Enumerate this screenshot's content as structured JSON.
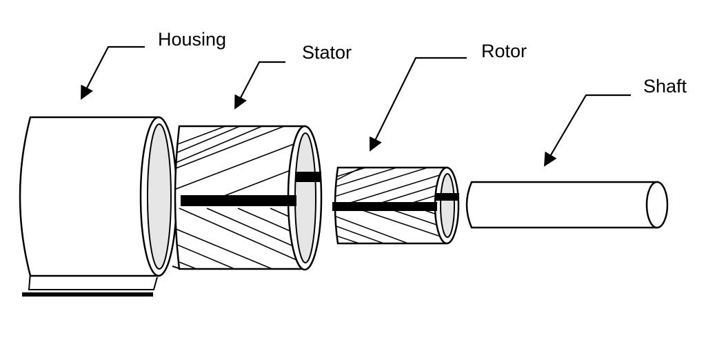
{
  "labels": {
    "housing": "Housing",
    "stator": "Stator",
    "rotor": "Rotor",
    "shaft": "Shaft"
  },
  "colors": {
    "line": "#000000",
    "bore_fill": "#e6e6e6",
    "body_fill": "#ffffff"
  }
}
